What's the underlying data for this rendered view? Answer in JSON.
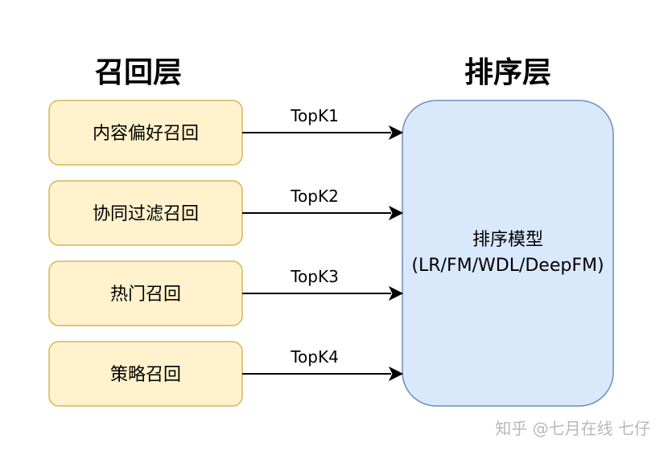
{
  "headings": {
    "recall_layer": "召回层",
    "ranking_layer": "排序层"
  },
  "recall_nodes": [
    {
      "label": "内容偏好召回"
    },
    {
      "label": "协同过滤召回"
    },
    {
      "label": "热门召回"
    },
    {
      "label": "策略召回"
    }
  ],
  "edges": [
    {
      "label": "TopK1"
    },
    {
      "label": "TopK2"
    },
    {
      "label": "TopK3"
    },
    {
      "label": "TopK4"
    }
  ],
  "ranking_node": {
    "line1": "排序模型",
    "line2": "(LR/FM/WDL/DeepFM)"
  },
  "watermark": "知乎 @七月在线 七仔",
  "colors": {
    "recall_fill": "#fff2cc",
    "recall_stroke": "#d6b656",
    "rank_fill": "#dae8fc",
    "rank_stroke": "#6c8ebf"
  }
}
